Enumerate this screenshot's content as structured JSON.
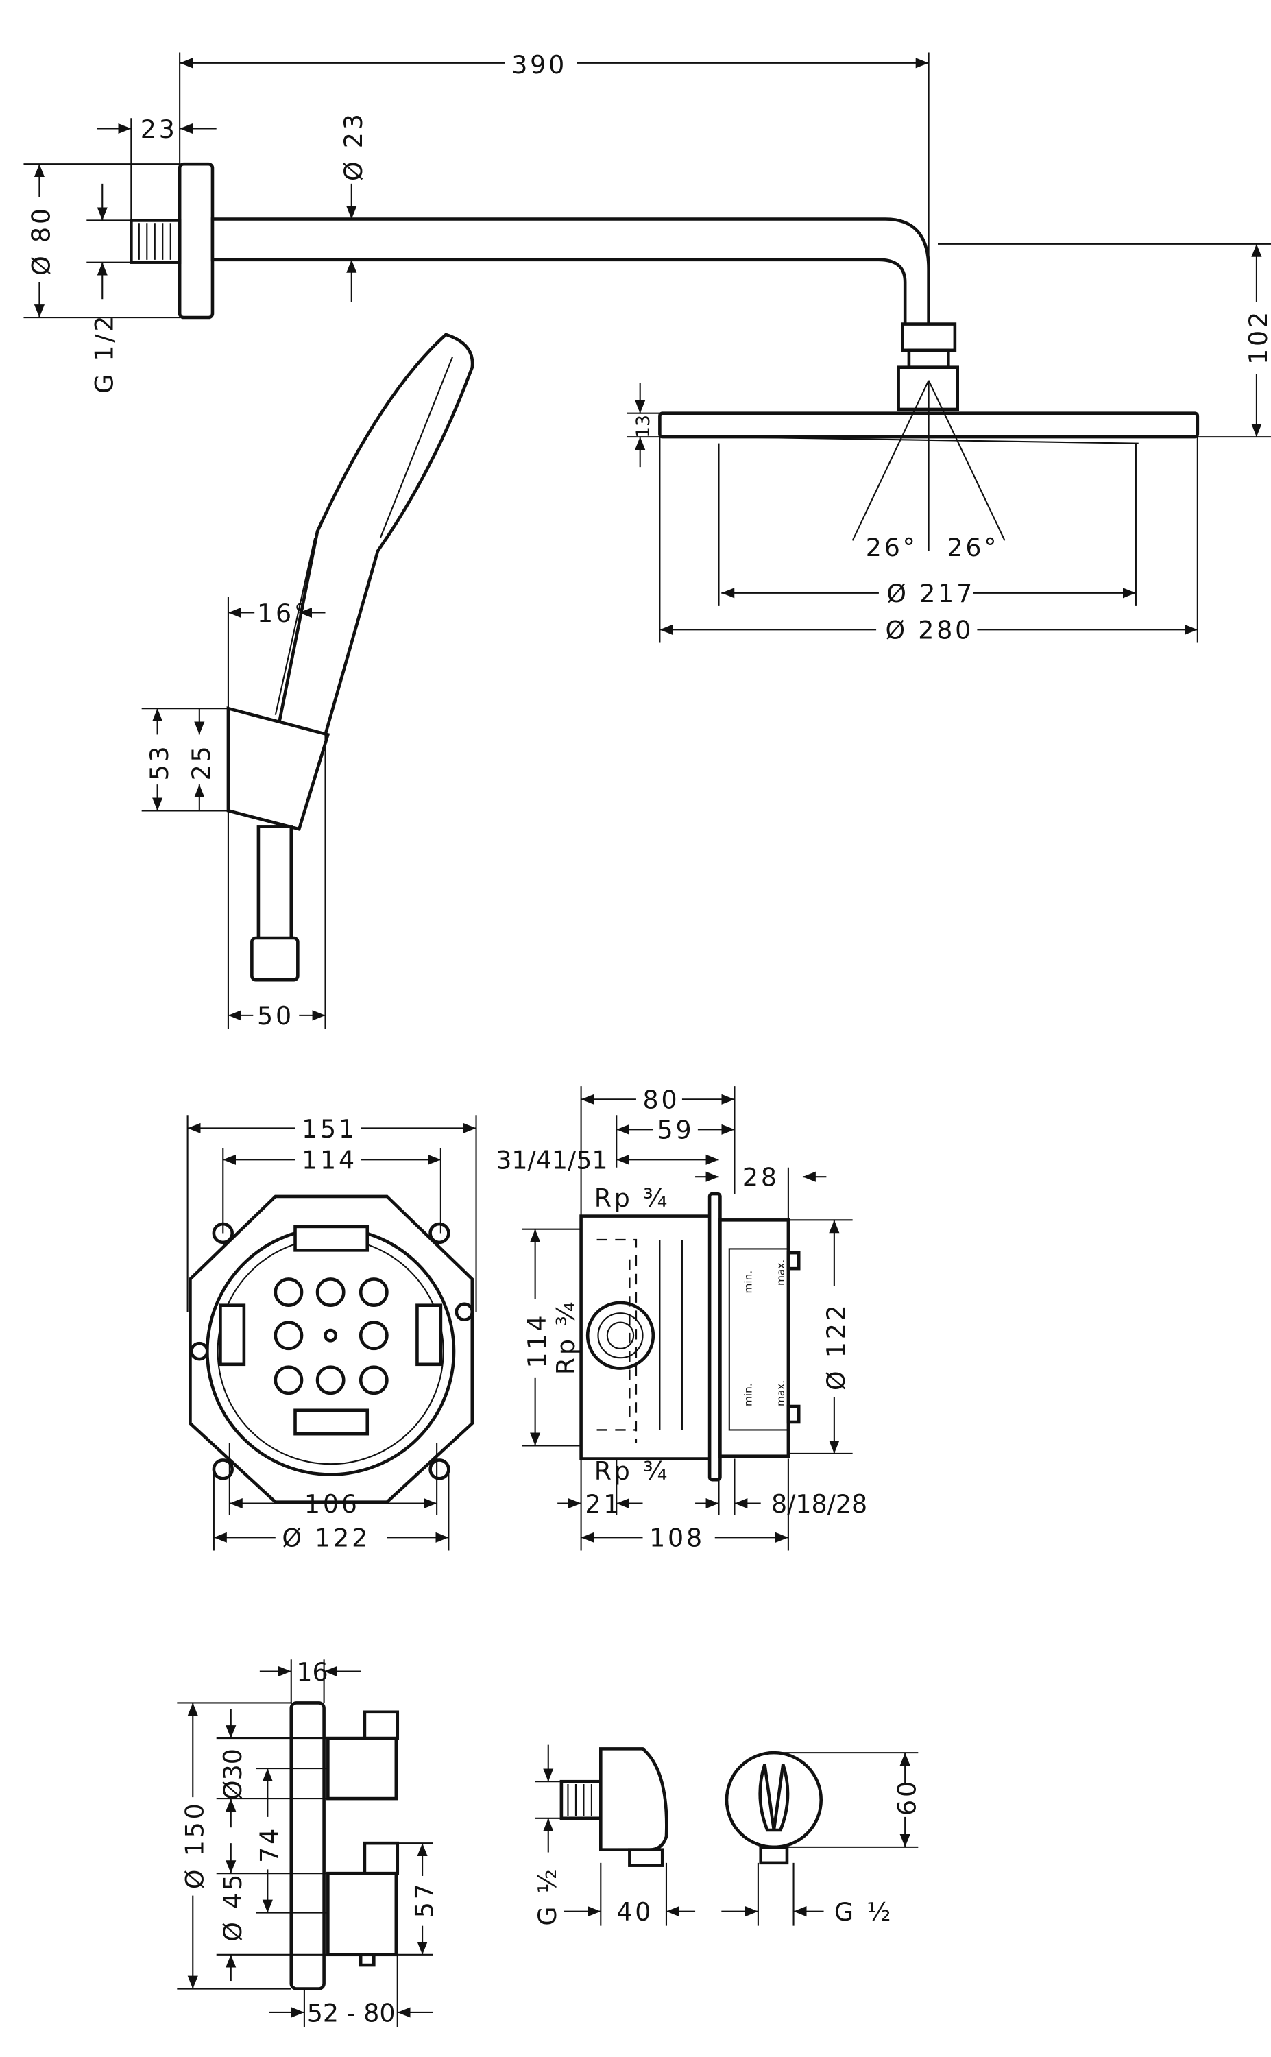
{
  "title": "Shower set technical drawing",
  "labels": {
    "arm_length": "390",
    "flange_depth": "23",
    "arm_diameter": "Ø 23",
    "flange_diameter": "Ø 80",
    "thread_left": "G 1/2",
    "head_height": "102",
    "head_thickness": "13",
    "spray_angle_left": "26°",
    "spray_angle_right": "26°",
    "spray_diameter": "Ø 217",
    "head_diameter": "Ø 280",
    "hand_angle": "16°",
    "holder_height": "53",
    "holder_inner": "25",
    "holder_width": "50",
    "box_width": "151",
    "box_inner": "114",
    "box_bottom_inner": "106",
    "box_bottom_diameter": "Ø  122",
    "side_80": "80",
    "side_59": "59",
    "side_depths": "31/41/51",
    "side_28": "28",
    "rp_top": "Rp ¾",
    "side_114": "114",
    "rp_side": "Rp ¾",
    "side_diameter": "Ø  122",
    "rp_bottom": "Rp ¾",
    "side_21": "21",
    "side_8_18_28": "8/18/28",
    "side_108": "108",
    "min1": "min.",
    "max1": "max.",
    "min2": "min.",
    "max2": "max.",
    "plate_16": "16",
    "plate_diameter": "Ø 150",
    "knob_top": "Ø30",
    "knob_spacing": "74",
    "knob_bottom": "Ø 45",
    "knob_57": "57",
    "plate_depth": "52 - 80",
    "outlet_thread": "G ½",
    "outlet_40": "40",
    "outlet_60": "60",
    "outlet_thread_right": "G ½"
  }
}
